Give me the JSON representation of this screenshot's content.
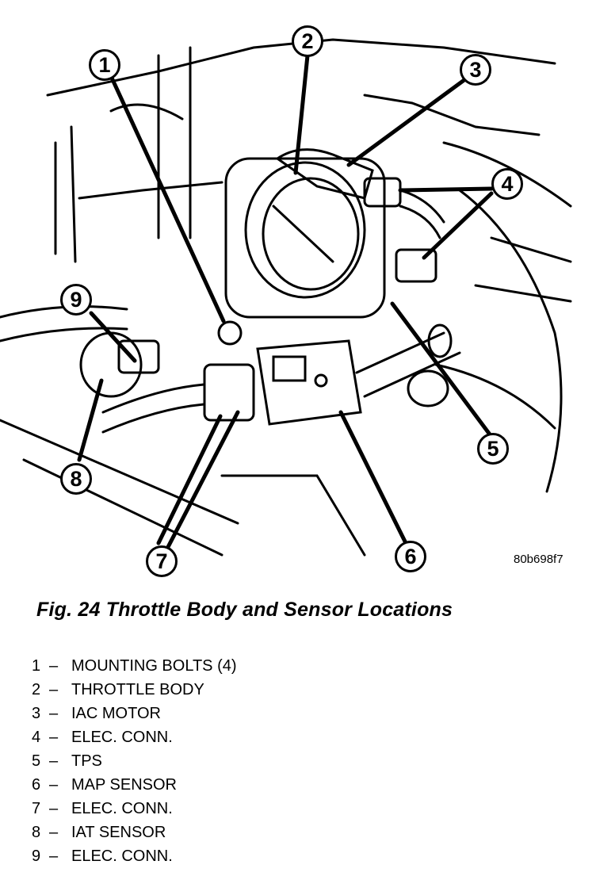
{
  "figure": {
    "id_code": "80b698f7",
    "caption": "Fig. 24 Throttle Body and Sensor Locations"
  },
  "callouts": [
    {
      "number": "1"
    },
    {
      "number": "2"
    },
    {
      "number": "3"
    },
    {
      "number": "4"
    },
    {
      "number": "5"
    },
    {
      "number": "6"
    },
    {
      "number": "7"
    },
    {
      "number": "8"
    },
    {
      "number": "9"
    }
  ],
  "legend": [
    {
      "number": "1",
      "separator": "–",
      "label": "MOUNTING BOLTS (4)"
    },
    {
      "number": "2",
      "separator": "–",
      "label": "THROTTLE BODY"
    },
    {
      "number": "3",
      "separator": "–",
      "label": "IAC MOTOR"
    },
    {
      "number": "4",
      "separator": "–",
      "label": "ELEC. CONN."
    },
    {
      "number": "5",
      "separator": "–",
      "label": "TPS"
    },
    {
      "number": "6",
      "separator": "–",
      "label": "MAP SENSOR"
    },
    {
      "number": "7",
      "separator": "–",
      "label": "ELEC. CONN."
    },
    {
      "number": "8",
      "separator": "–",
      "label": "IAT SENSOR"
    },
    {
      "number": "9",
      "separator": "–",
      "label": "ELEC. CONN."
    }
  ]
}
